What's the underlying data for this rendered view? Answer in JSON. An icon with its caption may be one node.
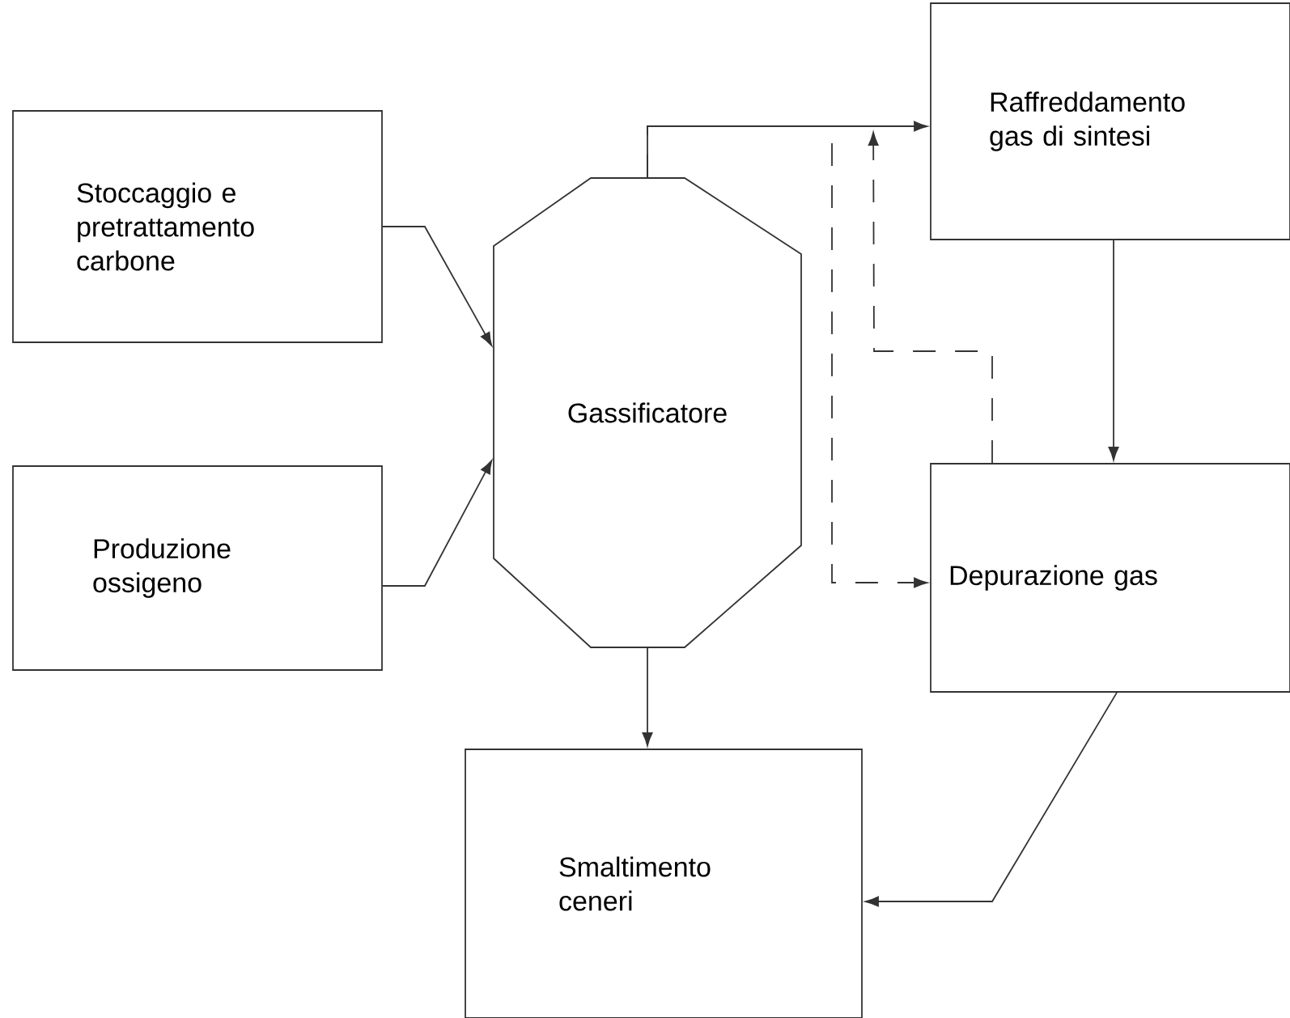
{
  "diagram": {
    "nodes": [
      {
        "text": [
          "Stoccaggio e pretrattamento carbone"
        ]
      },
      {
        "text": [
          "Produzione ossigeno"
        ]
      },
      {
        "text": [
          "Gassificatore"
        ]
      },
      {
        "text": [
          "Raffreddamento gas di sintesi"
        ]
      },
      {
        "text": [
          "Depurazione gas"
        ]
      },
      {
        "text": [
          "Smaltimento ceneri"
        ]
      }
    ],
    "edges": [
      {
        "from": 0,
        "to": 2,
        "arrow": "to"
      },
      {
        "from": 1,
        "to": 2,
        "arrow": "to"
      },
      {
        "from": 2,
        "to": 3,
        "arrow": "to"
      },
      {
        "from": 3,
        "to": 4,
        "arrow": "to"
      },
      {
        "from": 2,
        "to": 5,
        "arrow": "to"
      },
      {
        "from": 4,
        "to": 5,
        "arrow": "to"
      },
      {
        "from": 2,
        "to": 4,
        "arrow": "to",
        "style": "dashed"
      },
      {
        "from": 4,
        "to": 3,
        "arrow": "to",
        "style": "dashed"
      }
    ]
  }
}
